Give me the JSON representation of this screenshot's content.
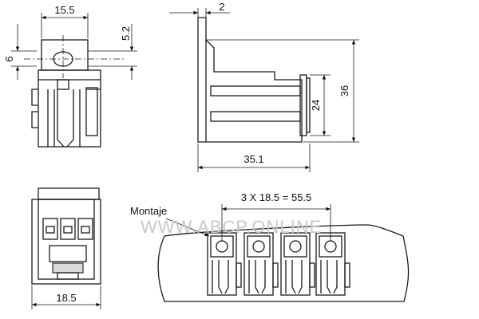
{
  "dimensions": {
    "width_top": "15.5",
    "height_6": "6",
    "offset_5_2": "5.2",
    "side_2": "2",
    "height_36": "36",
    "height_24": "24",
    "length_35_1": "35.1",
    "width_bottom": "18.5",
    "pitch": "3 X 18.5 = 55.5"
  },
  "labels": {
    "mounting": "Montaje",
    "watermark": "WWW.ABCP.ONLINE"
  }
}
